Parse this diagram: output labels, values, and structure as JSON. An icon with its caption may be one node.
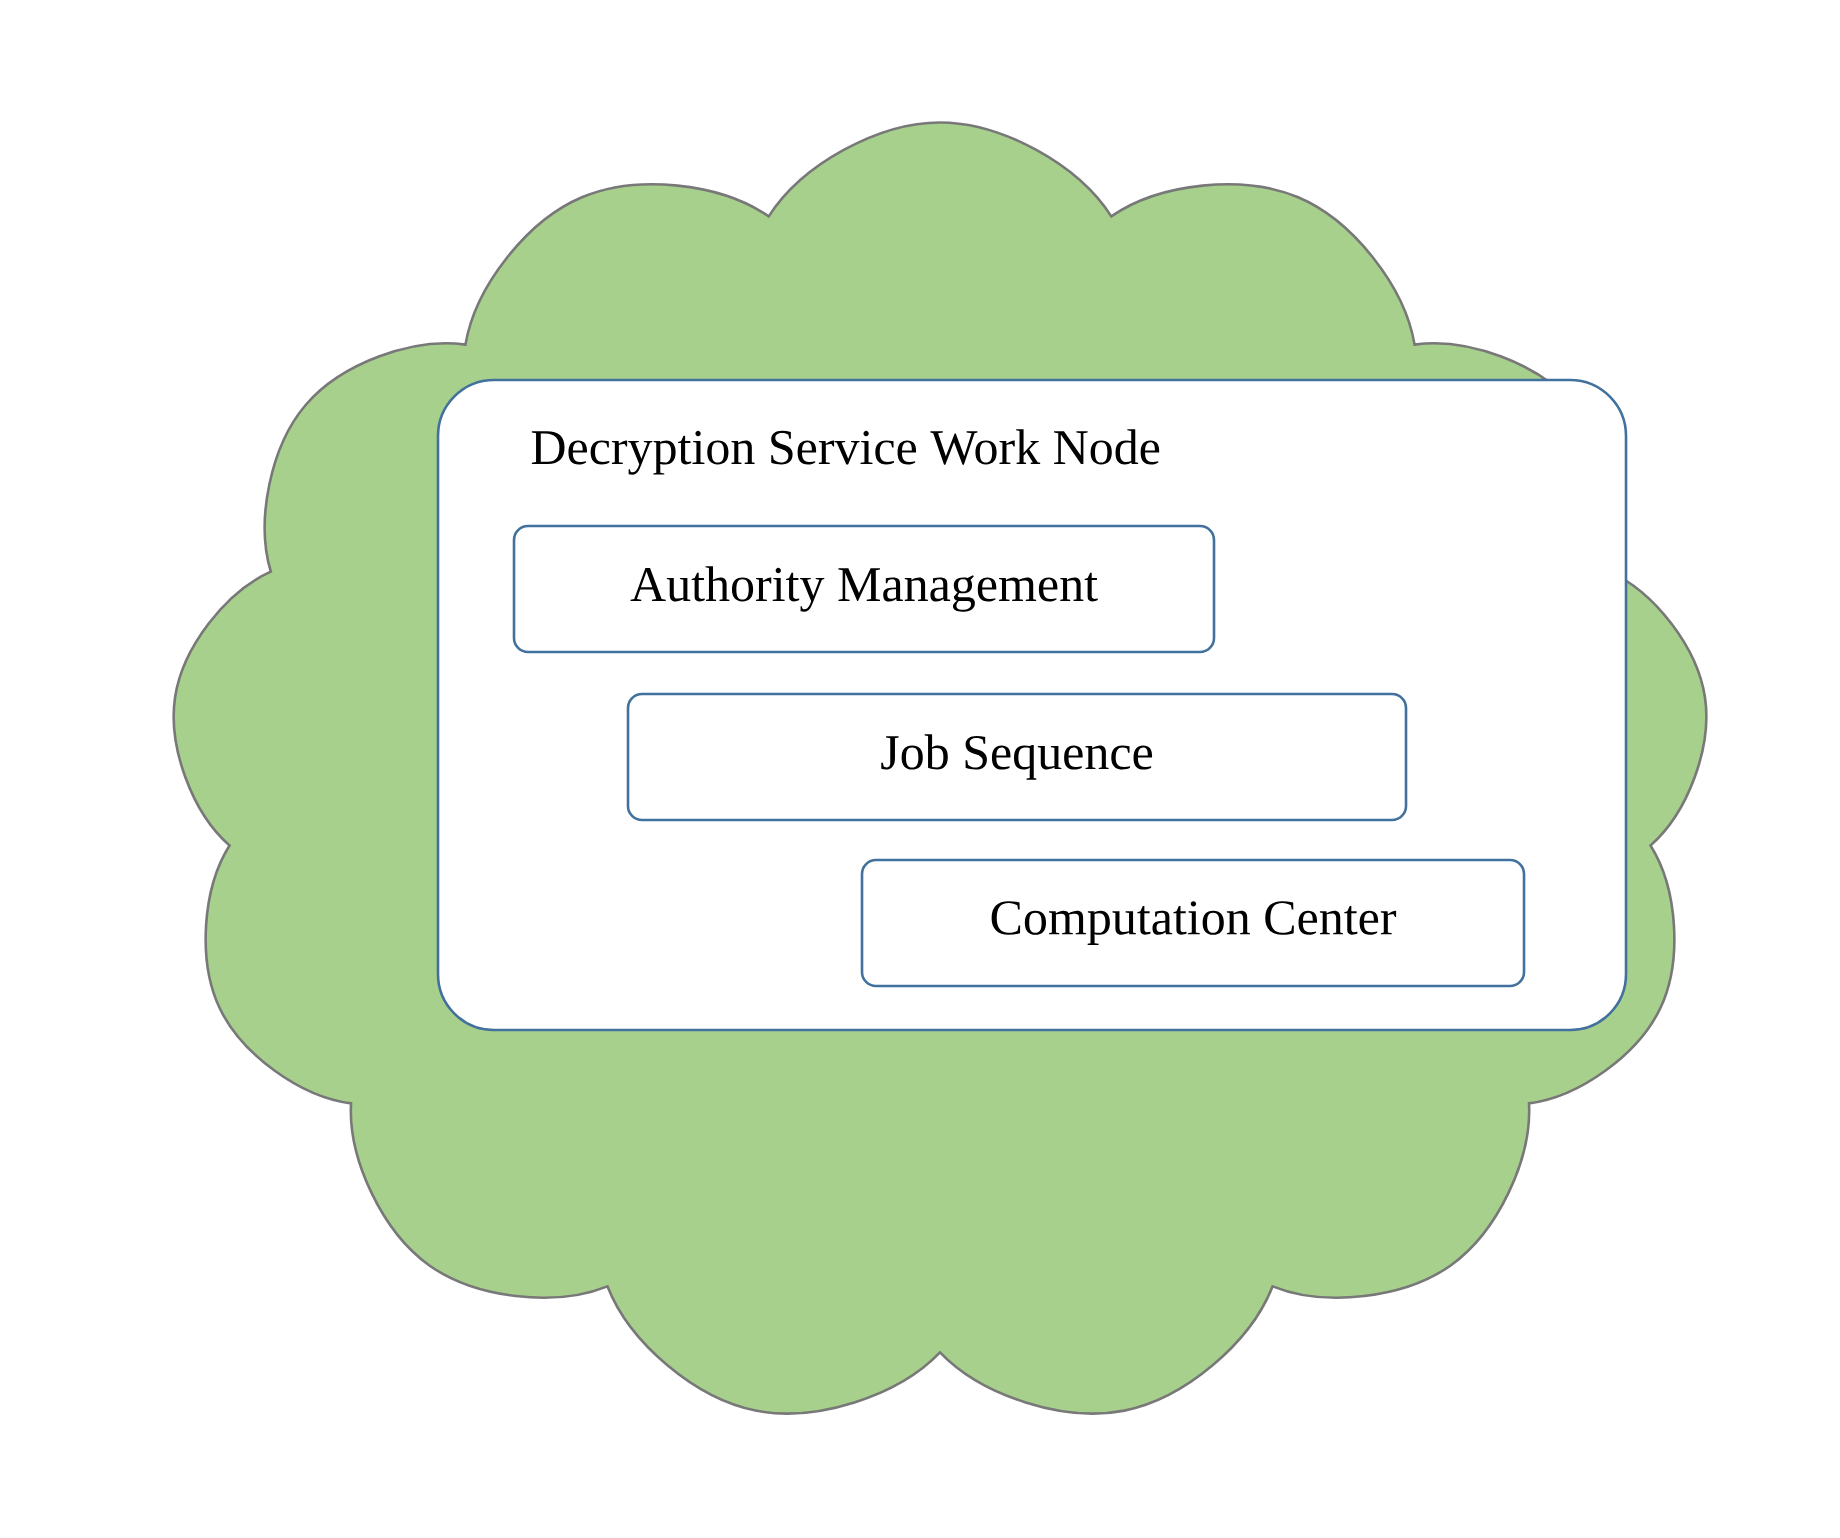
{
  "diagram": {
    "nodes": [
      {
        "text": [],
        "shape": "cloud"
      },
      {
        "text": [
          "Decryption Service Work Node"
        ],
        "in": 0
      },
      {
        "text": [
          "Authority Management"
        ],
        "in": 1
      },
      {
        "text": [
          "Job Sequence"
        ],
        "in": 1
      },
      {
        "text": [
          "Computation Center"
        ],
        "in": 1
      }
    ]
  }
}
